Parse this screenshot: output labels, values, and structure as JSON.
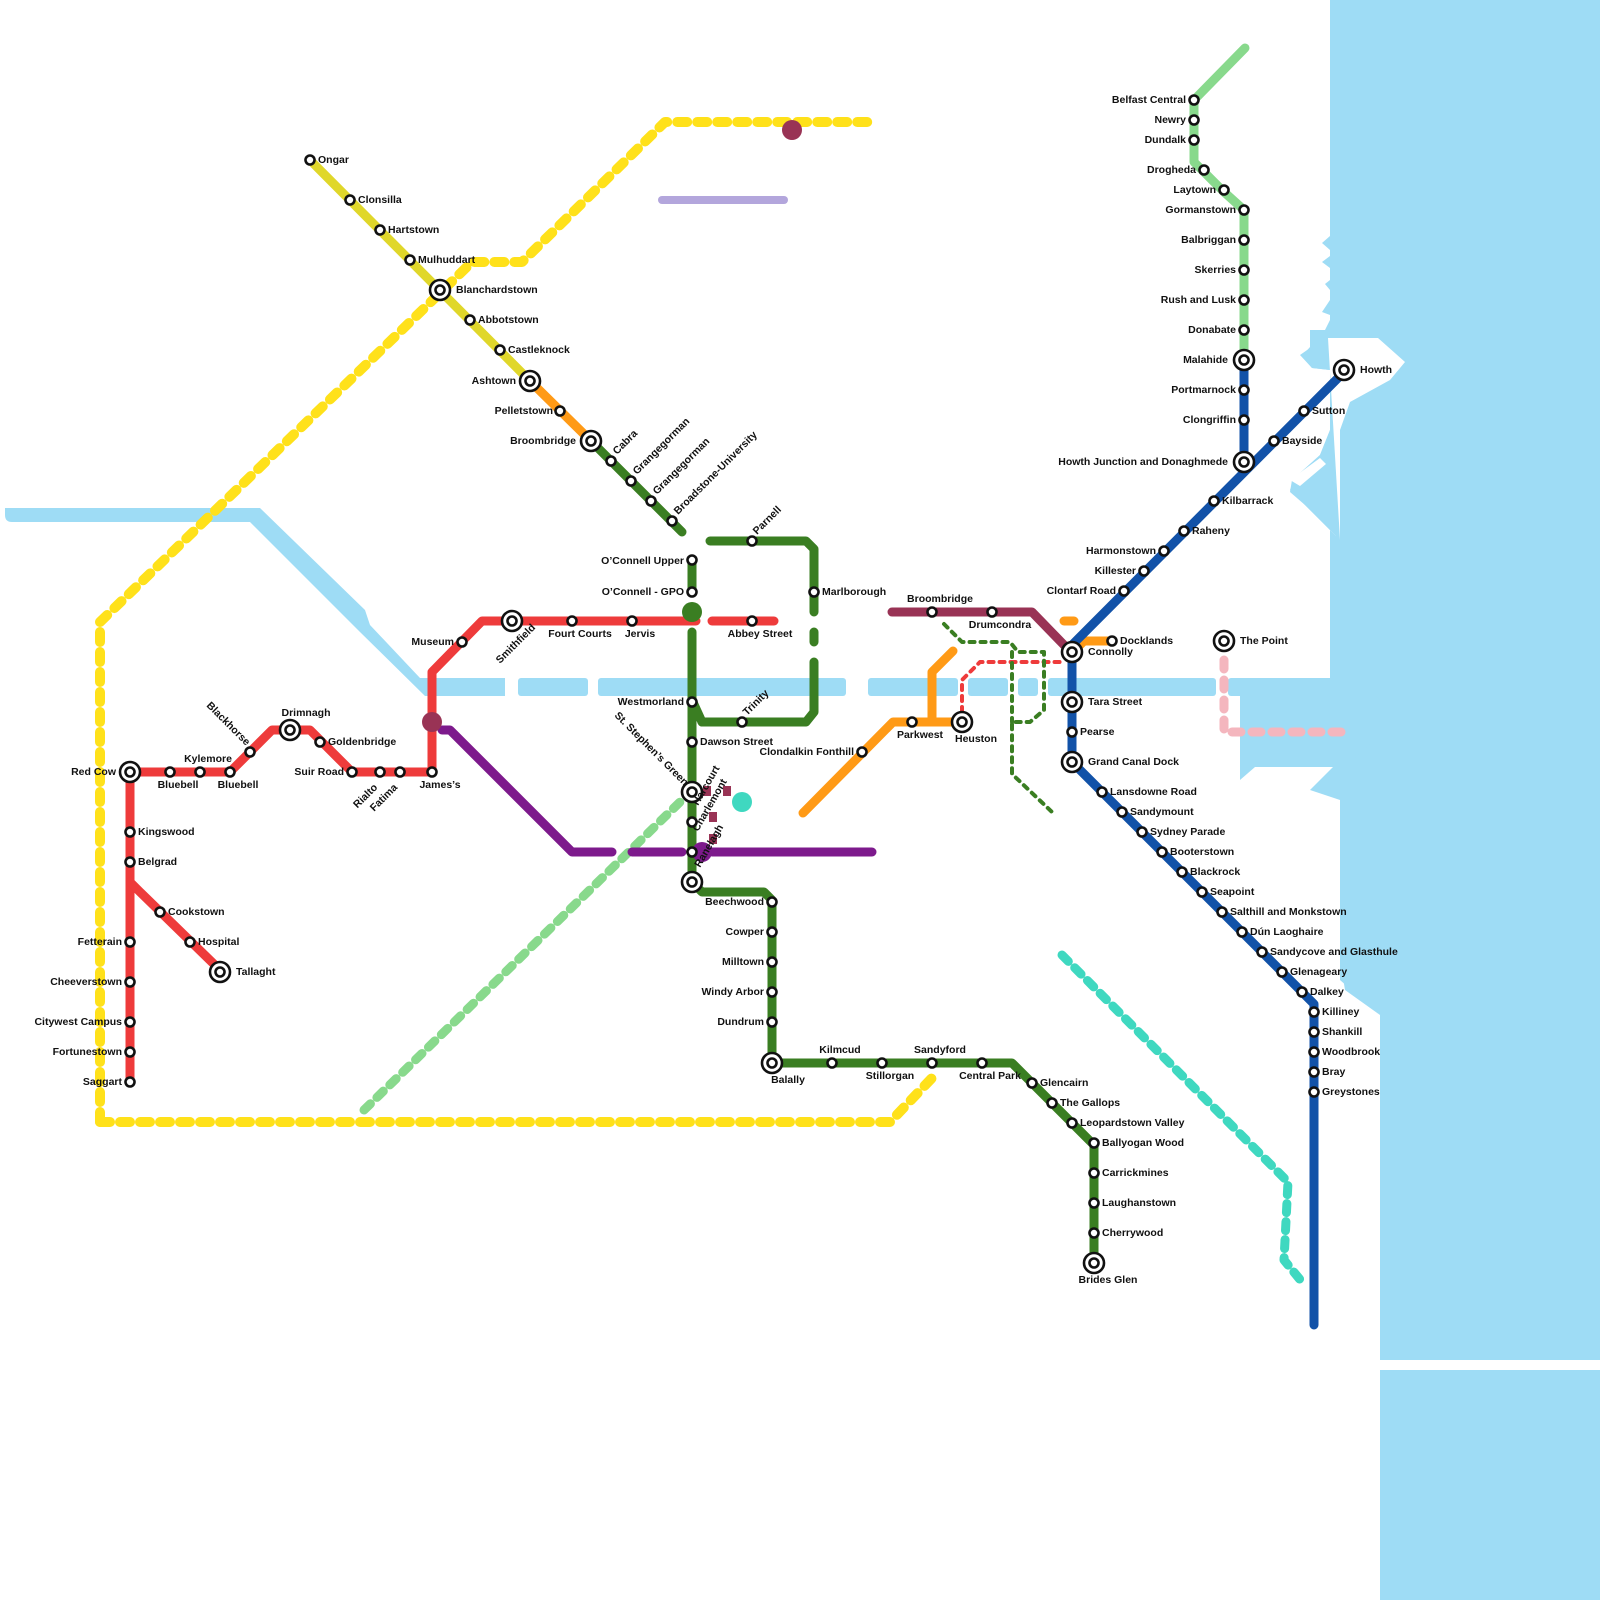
{
  "map": {
    "colors": {
      "water": "#9edcf5",
      "red_luas": "#ee3b3b",
      "green_luas": "#3a7e22",
      "yellow": "#ffe11a",
      "olive_yellow": "#e0d72a",
      "orange": "#ff9a16",
      "light_green": "#88d98c",
      "blue_dart": "#1252a8",
      "purple": "#7d1a8c",
      "maroon": "#993355",
      "teal": "#3fd8c0",
      "pink": "#f4b6be",
      "lavender": "#b3a6dc"
    },
    "stations": [
      {
        "id": "ongar",
        "label": "Ongar"
      },
      {
        "id": "clonsilla",
        "label": "Clonsilla"
      },
      {
        "id": "hartstown",
        "label": "Hartstown"
      },
      {
        "id": "mulhuddart",
        "label": "Mulhuddart"
      },
      {
        "id": "blanchardstown",
        "label": "Blanchardstown"
      },
      {
        "id": "abbotstown",
        "label": "Abbotstown"
      },
      {
        "id": "castleknock",
        "label": "Castleknock"
      },
      {
        "id": "ashtown",
        "label": "Ashtown"
      },
      {
        "id": "pelletstown",
        "label": "Pelletstown"
      },
      {
        "id": "broombridge_w",
        "label": "Broombridge"
      },
      {
        "id": "cabra",
        "label": "Cabra"
      },
      {
        "id": "grangegorman1",
        "label": "Grangegorman"
      },
      {
        "id": "grangegorman2",
        "label": "Grangegorman"
      },
      {
        "id": "broadstone",
        "label": "Broadstone-University"
      },
      {
        "id": "parnell",
        "label": "Parnell"
      },
      {
        "id": "oconnell_upper",
        "label": "O’Connell Upper"
      },
      {
        "id": "oconnell_gpo",
        "label": "O’Connell - GPO"
      },
      {
        "id": "marlborough",
        "label": "Marlborough"
      },
      {
        "id": "museum",
        "label": "Museum"
      },
      {
        "id": "smithfield",
        "label": "Smithfield"
      },
      {
        "id": "four_courts",
        "label": "Fourt Courts"
      },
      {
        "id": "jervis",
        "label": "Jervis"
      },
      {
        "id": "abbey_street",
        "label": "Abbey Street"
      },
      {
        "id": "westmorland",
        "label": "Westmorland"
      },
      {
        "id": "trinity",
        "label": "Trinity"
      },
      {
        "id": "dawson_street",
        "label": "Dawson Street"
      },
      {
        "id": "st_stephens_green",
        "label": "St. Stephen’s Green"
      },
      {
        "id": "harcourt",
        "label": "Harcourt"
      },
      {
        "id": "charlemont",
        "label": "Charlemont"
      },
      {
        "id": "ranelagh",
        "label": "Ranelagh"
      },
      {
        "id": "beechwood",
        "label": "Beechwood"
      },
      {
        "id": "cowper",
        "label": "Cowper"
      },
      {
        "id": "milltown",
        "label": "Milltown"
      },
      {
        "id": "windy_arbor",
        "label": "Windy Arbor"
      },
      {
        "id": "dundrum",
        "label": "Dundrum"
      },
      {
        "id": "balally",
        "label": "Balally"
      },
      {
        "id": "kilmcud",
        "label": "Kilmcud"
      },
      {
        "id": "stillorgan",
        "label": "Stillorgan"
      },
      {
        "id": "sandyford",
        "label": "Sandyford"
      },
      {
        "id": "central_park",
        "label": "Central Park"
      },
      {
        "id": "glencairn",
        "label": "Glencairn"
      },
      {
        "id": "the_gallops",
        "label": "The Gallops"
      },
      {
        "id": "leopardstown_valley",
        "label": "Leopardstown Valley"
      },
      {
        "id": "ballyogan_wood",
        "label": "Ballyogan Wood"
      },
      {
        "id": "carrickmines",
        "label": "Carrickmines"
      },
      {
        "id": "laughanstown",
        "label": "Laughanstown"
      },
      {
        "id": "cherrywood",
        "label": "Cherrywood"
      },
      {
        "id": "brides_glen",
        "label": "Brides Glen"
      },
      {
        "id": "drimnagh",
        "label": "Drimnagh"
      },
      {
        "id": "goldenbridge",
        "label": "Goldenbridge"
      },
      {
        "id": "blackhorse",
        "label": "Blackhorse"
      },
      {
        "id": "kylemore",
        "label": "Kylemore"
      },
      {
        "id": "bluebell1",
        "label": "Bluebell"
      },
      {
        "id": "bluebell2",
        "label": "Bluebell"
      },
      {
        "id": "red_cow",
        "label": "Red Cow"
      },
      {
        "id": "suir_road",
        "label": "Suir Road"
      },
      {
        "id": "rialto",
        "label": "Rialto"
      },
      {
        "id": "fatima",
        "label": "Fatima"
      },
      {
        "id": "jamess",
        "label": "James’s"
      },
      {
        "id": "kingswood",
        "label": "Kingswood"
      },
      {
        "id": "belgrad",
        "label": "Belgrad"
      },
      {
        "id": "cookstown",
        "label": "Cookstown"
      },
      {
        "id": "hospital",
        "label": "Hospital"
      },
      {
        "id": "tallaght",
        "label": "Tallaght"
      },
      {
        "id": "fetterain",
        "label": "Fetterain"
      },
      {
        "id": "cheeverstown",
        "label": "Cheeverstown"
      },
      {
        "id": "citywest",
        "label": "Citywest Campus"
      },
      {
        "id": "fortunestown",
        "label": "Fortunestown"
      },
      {
        "id": "saggart",
        "label": "Saggart"
      },
      {
        "id": "broombridge_e",
        "label": "Broombridge"
      },
      {
        "id": "drumcondra",
        "label": "Drumcondra"
      },
      {
        "id": "clondalkin",
        "label": "Clondalkin Fonthill"
      },
      {
        "id": "parkwest",
        "label": "Parkwest"
      },
      {
        "id": "heuston",
        "label": "Heuston"
      },
      {
        "id": "belfast_central",
        "label": "Belfast Central"
      },
      {
        "id": "newry",
        "label": "Newry"
      },
      {
        "id": "dundalk",
        "label": "Dundalk"
      },
      {
        "id": "drogheda",
        "label": "Drogheda"
      },
      {
        "id": "laytown",
        "label": "Laytown"
      },
      {
        "id": "gormanstown",
        "label": "Gormanstown"
      },
      {
        "id": "balbriggan",
        "label": "Balbriggan"
      },
      {
        "id": "skerries",
        "label": "Skerries"
      },
      {
        "id": "rush_lusk",
        "label": "Rush and Lusk"
      },
      {
        "id": "donabate",
        "label": "Donabate"
      },
      {
        "id": "malahide",
        "label": "Malahide"
      },
      {
        "id": "portmarnock",
        "label": "Portmarnock"
      },
      {
        "id": "clongriffin",
        "label": "Clongriffin"
      },
      {
        "id": "howth_junction",
        "label": "Howth Junction and Donaghmede"
      },
      {
        "id": "howth",
        "label": "Howth"
      },
      {
        "id": "sutton",
        "label": "Sutton"
      },
      {
        "id": "bayside",
        "label": "Bayside"
      },
      {
        "id": "kilbarrack",
        "label": "Kilbarrack"
      },
      {
        "id": "raheny",
        "label": "Raheny"
      },
      {
        "id": "harmonstown",
        "label": "Harmonstown"
      },
      {
        "id": "killester",
        "label": "Killester"
      },
      {
        "id": "clontarf_road",
        "label": "Clontarf Road"
      },
      {
        "id": "connolly",
        "label": "Connolly"
      },
      {
        "id": "docklands",
        "label": "Docklands"
      },
      {
        "id": "the_point",
        "label": "The Point"
      },
      {
        "id": "tara_street",
        "label": "Tara Street"
      },
      {
        "id": "pearse",
        "label": "Pearse"
      },
      {
        "id": "grand_canal_dock",
        "label": "Grand Canal Dock"
      },
      {
        "id": "lansdowne_road",
        "label": "Lansdowne Road"
      },
      {
        "id": "sandymount",
        "label": "Sandymount"
      },
      {
        "id": "sydney_parade",
        "label": "Sydney Parade"
      },
      {
        "id": "booterstown",
        "label": "Booterstown"
      },
      {
        "id": "blackrock",
        "label": "Blackrock"
      },
      {
        "id": "seapoint",
        "label": "Seapoint"
      },
      {
        "id": "salthill",
        "label": "Salthill and Monkstown"
      },
      {
        "id": "dun_laoghaire",
        "label": "Dún Laoghaire"
      },
      {
        "id": "sandycove",
        "label": "Sandycove and Glasthule"
      },
      {
        "id": "glenageary",
        "label": "Glenageary"
      },
      {
        "id": "dalkey",
        "label": "Dalkey"
      },
      {
        "id": "killiney",
        "label": "Killiney"
      },
      {
        "id": "shankill",
        "label": "Shankill"
      },
      {
        "id": "woodbrook",
        "label": "Woodbrook"
      },
      {
        "id": "bray",
        "label": "Bray"
      },
      {
        "id": "greystones",
        "label": "Greystones"
      }
    ]
  }
}
